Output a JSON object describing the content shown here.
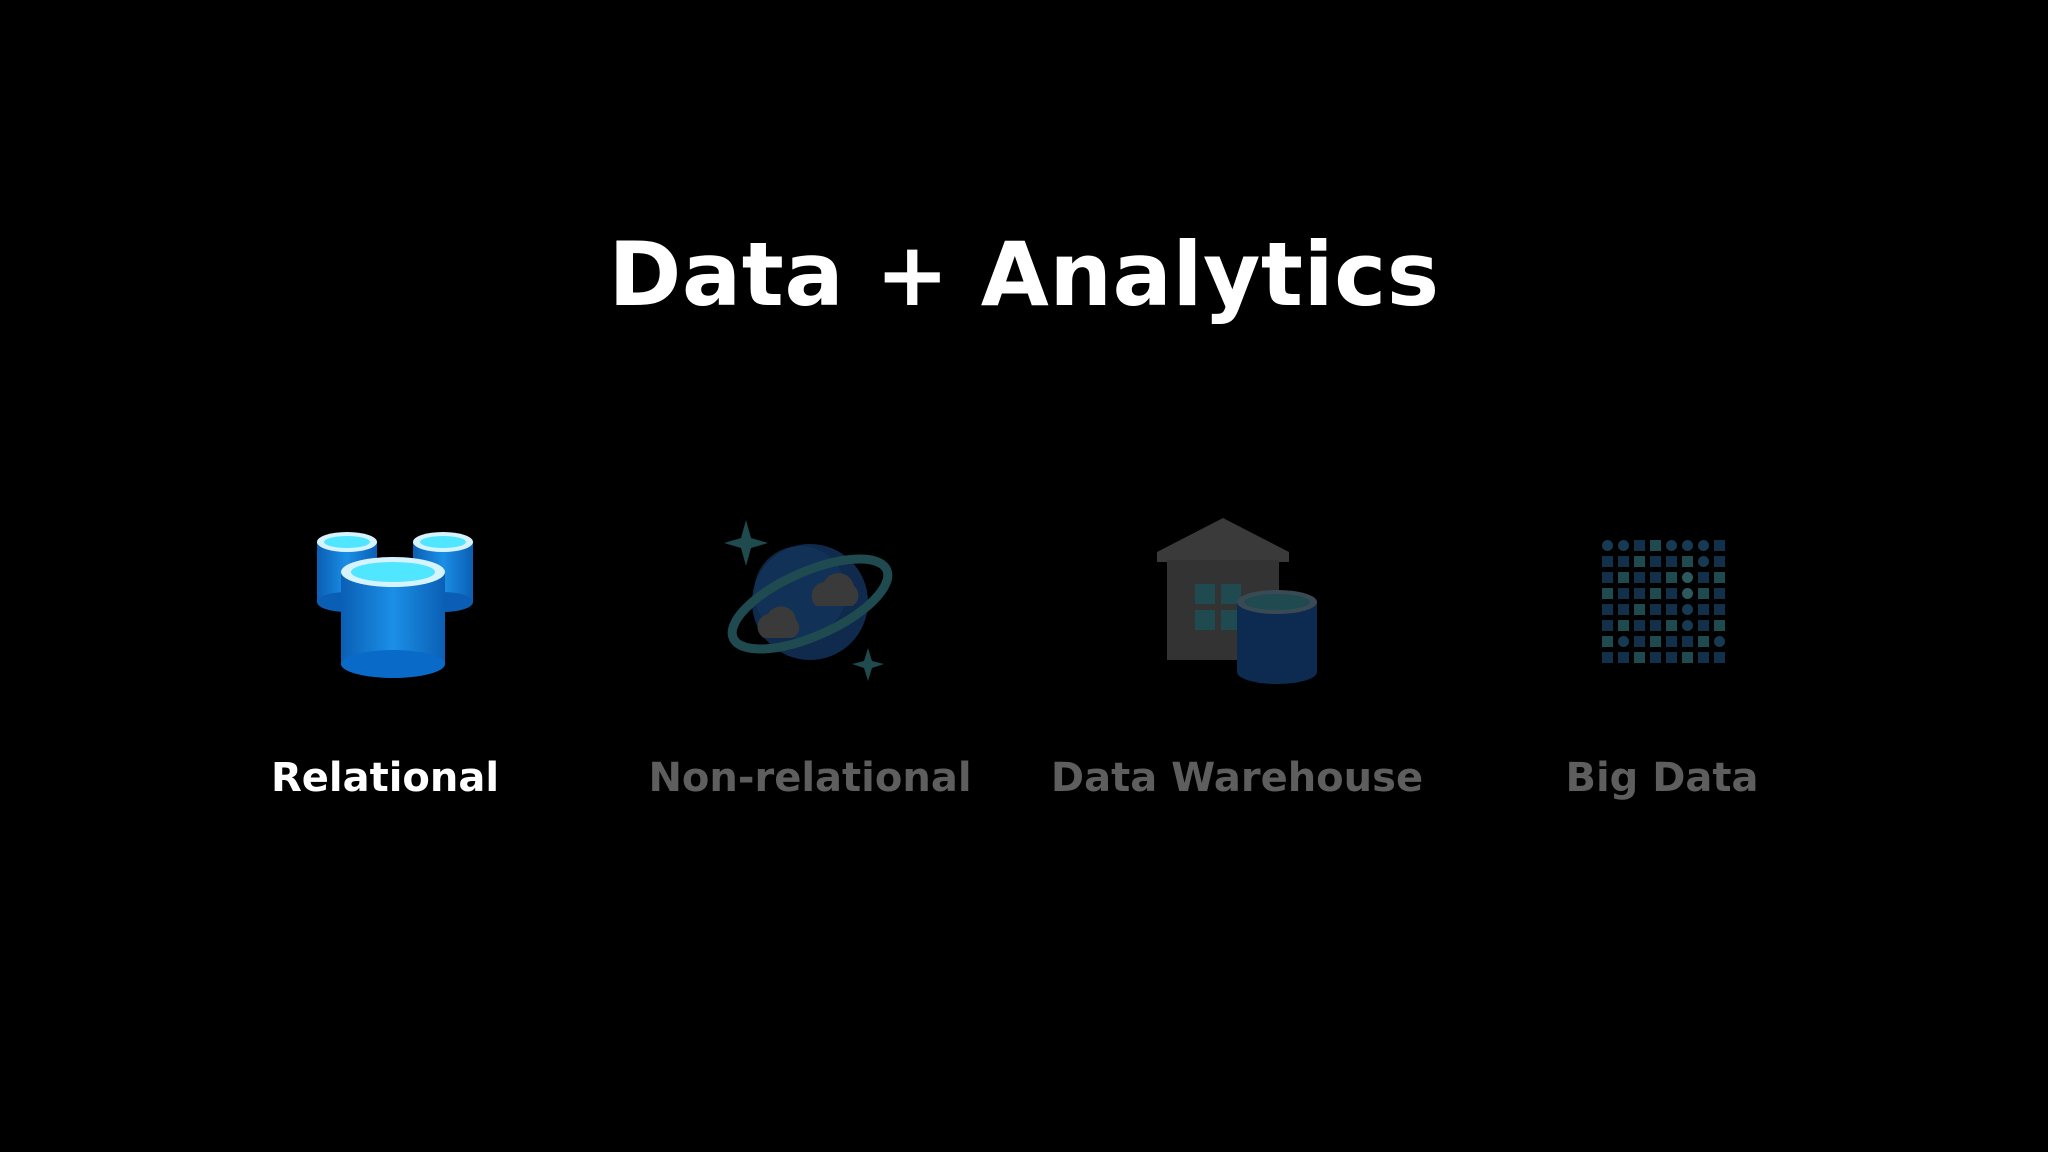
{
  "slide": {
    "title": "Data + Analytics",
    "background": "#000000"
  },
  "categories": [
    {
      "label": "Relational",
      "icon": "database-cylinders-icon",
      "state": "active",
      "label_color": "#ffffff"
    },
    {
      "label": "Non-relational",
      "icon": "cosmos-planet-icon",
      "state": "dimmed",
      "label_color": "#5e5e5e"
    },
    {
      "label": "Data Warehouse",
      "icon": "warehouse-icon",
      "state": "dimmed",
      "label_color": "#5e5e5e"
    },
    {
      "label": "Big Data",
      "icon": "big-data-grid-icon",
      "state": "dimmed",
      "label_color": "#5e5e5e"
    }
  ],
  "colors": {
    "accent_blue": "#0a78d4",
    "light_blue": "#50e6ff",
    "dim_gray": "#3a3a3a",
    "dim_teal": "#1e4a50"
  }
}
